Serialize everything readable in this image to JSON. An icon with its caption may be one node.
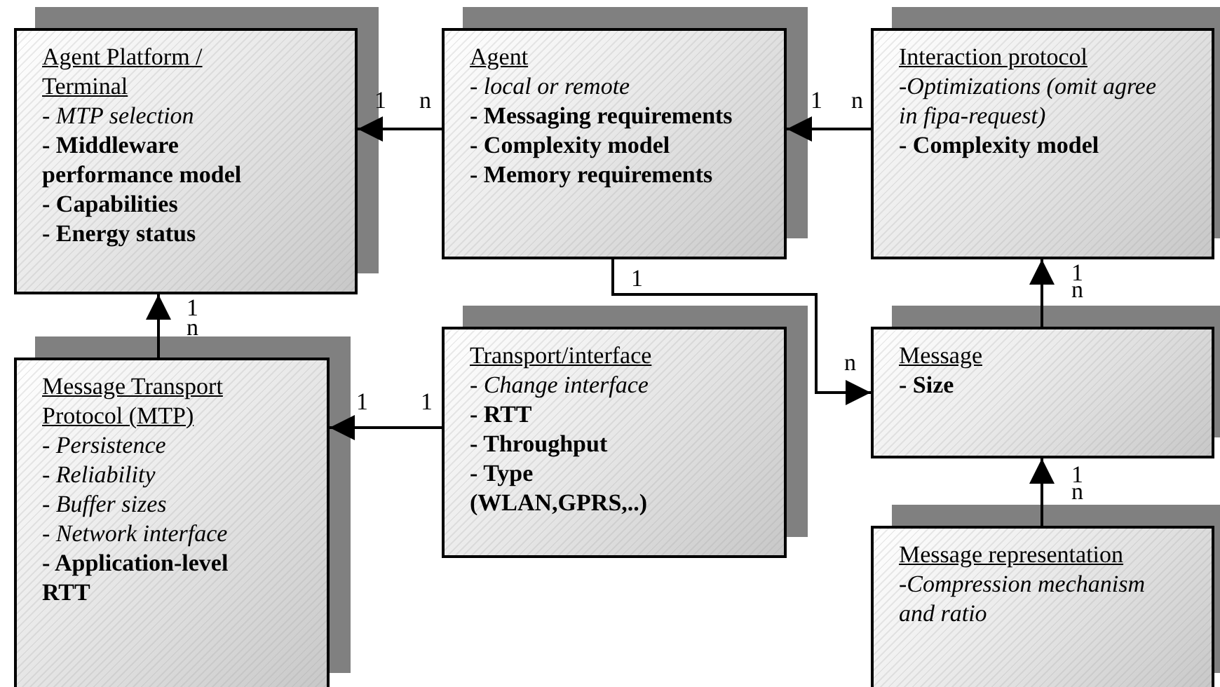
{
  "diagram": {
    "nodes": [
      {
        "text": [
          "Agent Platform / Terminal",
          "- *MTP selection*",
          "**- Middleware performance model**",
          "**- Capabilities**",
          "**- Energy status**"
        ]
      },
      {
        "text": [
          "Agent",
          "*- local or remote*",
          "**- Messaging requirements**",
          "**- Complexity model**",
          "**- Memory requirements**"
        ]
      },
      {
        "text": [
          "Interaction protocol",
          "*-Optimizations (omit agree in fipa-request)*",
          "**- Complexity model**"
        ]
      },
      {
        "text": [
          "Message Transport Protocol  (MTP)",
          "- *Persistence*",
          "- *Reliability*",
          "- *Buffer sizes*",
          "- *Network interface*",
          "**- Application-level RTT**"
        ]
      },
      {
        "text": [
          "Transport/interface",
          "- *Change interface*",
          "**- RTT**",
          "**- Throughput**",
          "**- Type (WLAN,GPRS,..)**"
        ]
      },
      {
        "text": [
          "Message",
          "**- Size**"
        ]
      },
      {
        "text": [
          "Message representation",
          "*-Compression mechanism and ratio*"
        ]
      }
    ],
    "edges": [
      {
        "from": 1,
        "to": 0,
        "arrow": "to"
      },
      {
        "from": 2,
        "to": 1,
        "arrow": "to"
      },
      {
        "from": 1,
        "to": 5,
        "arrow": "to"
      },
      {
        "from": 3,
        "to": 0,
        "arrow": "to"
      },
      {
        "from": 5,
        "to": 2,
        "arrow": "to"
      },
      {
        "from": 4,
        "to": 3,
        "arrow": "to"
      },
      {
        "from": 6,
        "to": 5,
        "arrow": "to"
      }
    ],
    "labels": [
      "1",
      "n",
      "1",
      "n",
      "1",
      "1",
      "n",
      "1",
      "n",
      "n",
      "1",
      "1",
      "1",
      "n"
    ]
  }
}
